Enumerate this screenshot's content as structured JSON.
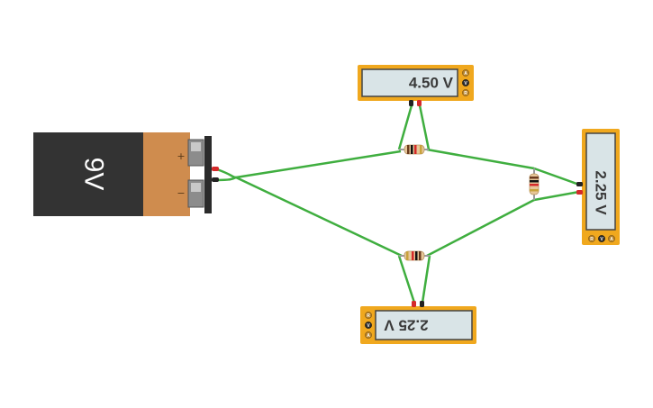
{
  "battery": {
    "label": "9V",
    "positive_symbol": "+",
    "negative_symbol": "−",
    "body_color": "#333333",
    "cap_color": "#cf8c4e"
  },
  "meters": {
    "top": {
      "reading": "4.50 V",
      "buttons": [
        "A",
        "V",
        "R"
      ]
    },
    "right": {
      "reading": "2.25 V",
      "buttons": [
        "A",
        "V",
        "R"
      ]
    },
    "bottom": {
      "reading": "2.25 V",
      "buttons": [
        "A",
        "V",
        "R"
      ]
    }
  },
  "colors": {
    "wire": "#3fae3f",
    "meter_frame": "#f0a81e",
    "meter_screen": "#d9e4e7",
    "probe_red": "#d42a2a",
    "probe_black": "#222222",
    "resistor_body": "#e7c79a"
  },
  "icons": {
    "resistor": "resistor-icon",
    "battery": "battery-icon",
    "multimeter": "multimeter-icon"
  }
}
